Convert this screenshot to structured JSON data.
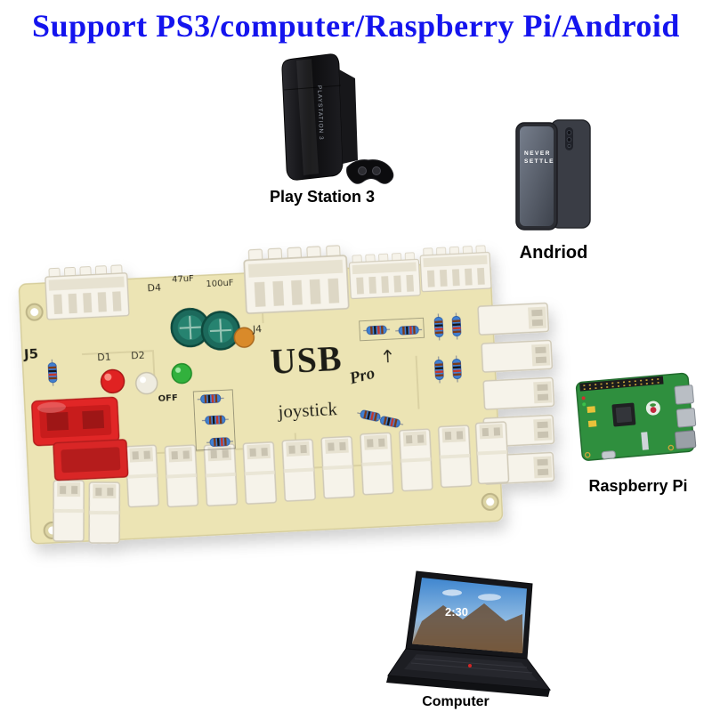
{
  "title": {
    "text": "Support PS3/computer/Raspberry Pi/Android",
    "color": "#1414ee"
  },
  "devices": {
    "ps3": {
      "label": "Play Station 3",
      "logo_text": "PLAYSTATION 3"
    },
    "android": {
      "label": "Andriod",
      "screen_text_line1": "NEVER",
      "screen_text_line2": "SETTLE"
    },
    "raspberry_pi": {
      "label": "Raspberry Pi"
    },
    "computer": {
      "label": "Computer",
      "screen_time": "2:30"
    }
  },
  "pcb": {
    "silkscreen": {
      "j5": "J5",
      "j4": "J4",
      "d1": "D1",
      "d2": "D2",
      "d4": "D4",
      "cap47": "47uF",
      "cap100": "100uF",
      "off": "OFF",
      "usb": "USB",
      "pro": "Pro",
      "joystick": "joystick"
    },
    "colors": {
      "board": "#ece4b4",
      "connector_white": "#f6f3ea",
      "red_connector": "#e12727",
      "capacitor_green": "#1d6b5c",
      "resistor_blue": "#3f7fd0"
    }
  }
}
